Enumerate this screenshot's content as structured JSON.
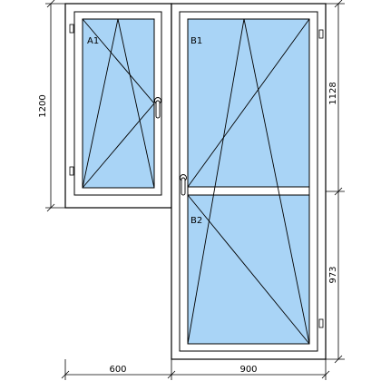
{
  "colors": {
    "frame": "#ffffff",
    "outline": "#000000",
    "glass": "#a9d4f6",
    "handle": "#ffffff"
  },
  "sashes": [
    {
      "id": "A1",
      "label": "A1",
      "opening": "tilt-turn",
      "hinge": "left",
      "handle": "right"
    },
    {
      "id": "B1",
      "label": "B1",
      "opening": "tilt-turn",
      "hinge": "right",
      "handle": "left"
    },
    {
      "id": "B2",
      "label": "B2",
      "opening": "turn-fixed-panel",
      "hinge": "right"
    }
  ],
  "dimensions": {
    "left_width": "600",
    "right_width": "900",
    "left_height": "1200",
    "right_upper_height": "1128",
    "right_lower_height": "973"
  }
}
